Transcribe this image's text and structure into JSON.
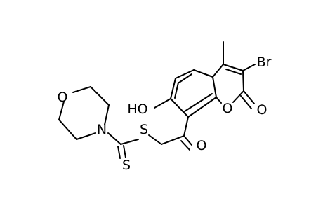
{
  "molecule": {
    "atoms": {
      "morpholine_o": "O",
      "morpholine_n": "N",
      "thione_s": "S",
      "thioether_s": "S",
      "ketone_o": "O",
      "hydroxyl": "HO",
      "ring_o": "O",
      "lactone_o": "O",
      "bromine": "Br"
    }
  }
}
